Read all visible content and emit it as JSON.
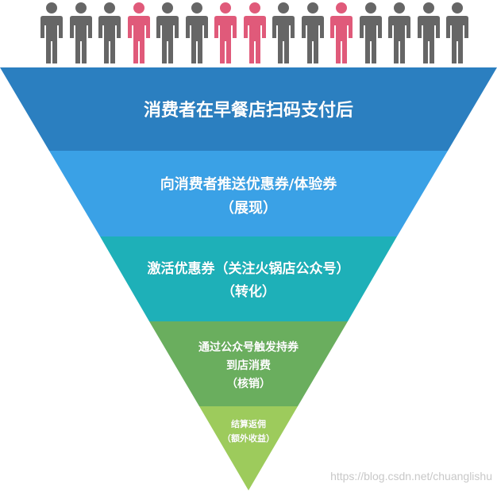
{
  "people": {
    "icon": "person-icon",
    "colors": {
      "normal": "#666666",
      "highlight": "#e05a7a"
    },
    "highlighted": [
      false,
      false,
      false,
      true,
      false,
      false,
      true,
      true,
      false,
      false,
      true,
      false,
      false,
      false,
      false
    ]
  },
  "stages": [
    {
      "lines": [
        "消费者在早餐店扫码支付后"
      ],
      "color": "#2b7fc0"
    },
    {
      "lines": [
        "向消费者推送优惠券/体验券",
        "（展现）"
      ],
      "color": "#3aa1e6"
    },
    {
      "lines": [
        "激活优惠券（关注火锅店公众号）",
        "（转化）"
      ],
      "color": "#1eb0b8"
    },
    {
      "lines": [
        "通过公众号触发持券",
        "到店消费",
        "（核销）"
      ],
      "color": "#6aae5e"
    },
    {
      "lines": [
        "结算返佣",
        "（额外收益）"
      ],
      "color": "#9dcb5c"
    }
  ],
  "watermark": "https://blog.csdn.net/chuanglishu"
}
